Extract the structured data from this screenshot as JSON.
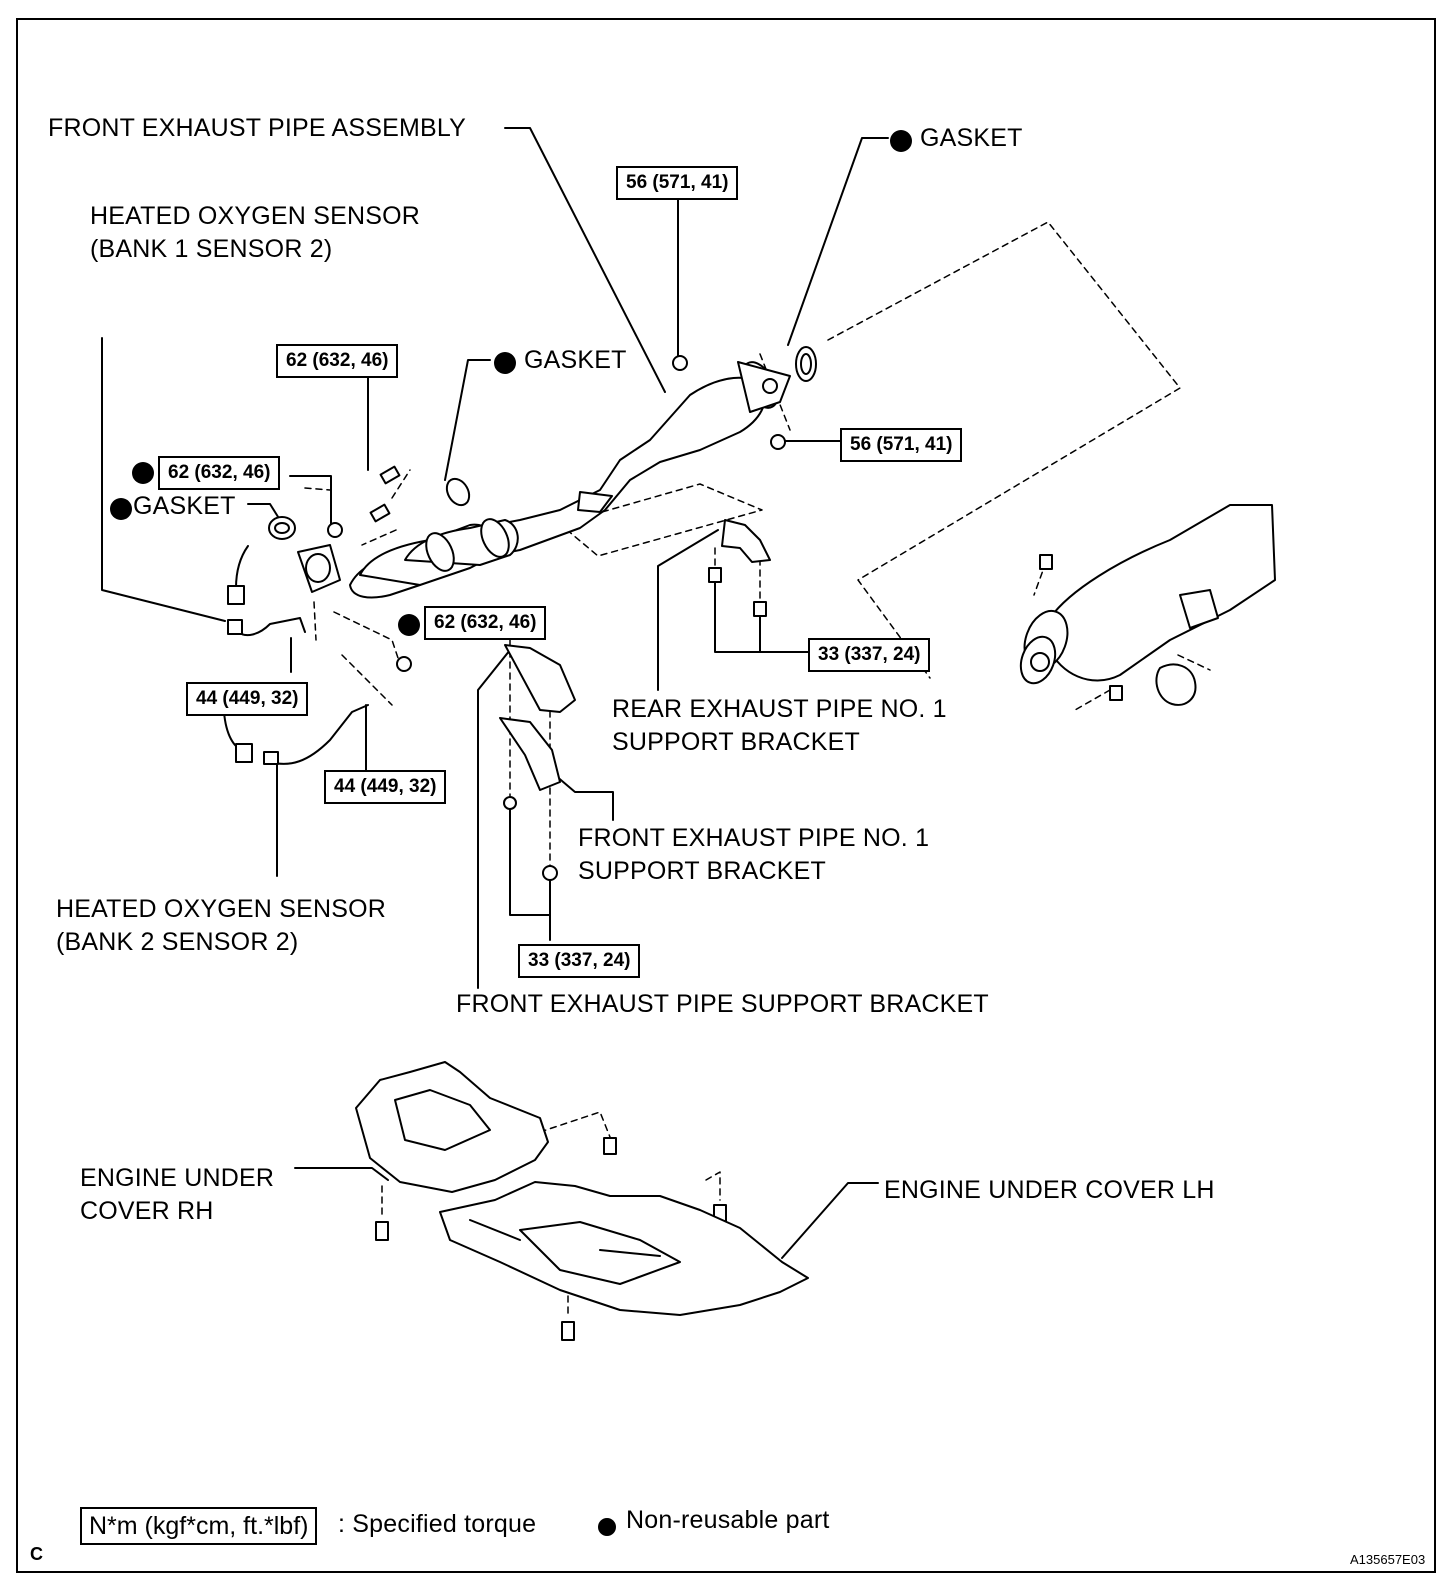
{
  "labels": {
    "front_exhaust_pipe_assembly": "FRONT EXHAUST PIPE ASSEMBLY",
    "gasket_top_right": "GASKET",
    "gasket_mid": "GASKET",
    "gasket_left": "GASKET",
    "ho2s_bank1": "HEATED OXYGEN SENSOR\n(BANK 1 SENSOR 2)",
    "ho2s_bank2": "HEATED OXYGEN SENSOR\n(BANK 2 SENSOR 2)",
    "rear_bracket": "REAR EXHAUST PIPE NO. 1\nSUPPORT BRACKET",
    "front_no1_bracket": "FRONT EXHAUST PIPE NO. 1\nSUPPORT BRACKET",
    "front_support_bracket": "FRONT EXHAUST PIPE SUPPORT BRACKET",
    "under_cover_rh": "ENGINE UNDER\nCOVER RH",
    "under_cover_lh": "ENGINE UNDER COVER LH"
  },
  "torques": {
    "t56_top": "56 (571, 41)",
    "t56_right": "56 (571, 41)",
    "t62_upper": "62 (632, 46)",
    "t62_left": "62 (632, 46)",
    "t62_lower": "62 (632, 46)",
    "t33_rear": "33 (337, 24)",
    "t33_front": "33 (337, 24)",
    "t44_left": "44 (449, 32)",
    "t44_right": "44 (449, 32)"
  },
  "legend": {
    "torque_unit": "N*m (kgf*cm, ft.*lbf)",
    "torque_text": ": Specified torque",
    "nonreusable_text": "Non-reusable part"
  },
  "corner_letter": "C",
  "figure_code": "A135657E03"
}
